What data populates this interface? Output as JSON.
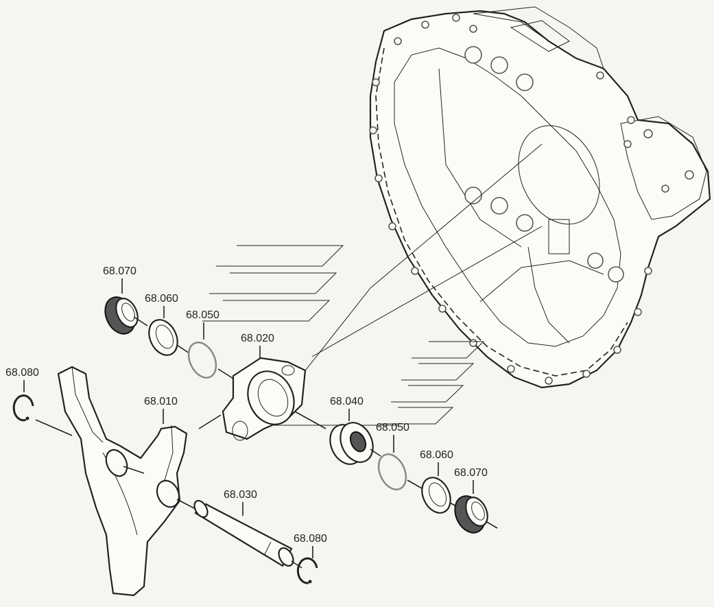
{
  "callouts": [
    {
      "id": "c1",
      "label": "68.070"
    },
    {
      "id": "c2",
      "label": "68.060"
    },
    {
      "id": "c3",
      "label": "68.050"
    },
    {
      "id": "c4",
      "label": "68.020"
    },
    {
      "id": "c5",
      "label": "68.080"
    },
    {
      "id": "c6",
      "label": "68.010"
    },
    {
      "id": "c7",
      "label": "68.040"
    },
    {
      "id": "c8",
      "label": "68.050"
    },
    {
      "id": "c9",
      "label": "68.060"
    },
    {
      "id": "c10",
      "label": "68.070"
    },
    {
      "id": "c11",
      "label": "68.030"
    },
    {
      "id": "c12",
      "label": "68.080"
    }
  ]
}
